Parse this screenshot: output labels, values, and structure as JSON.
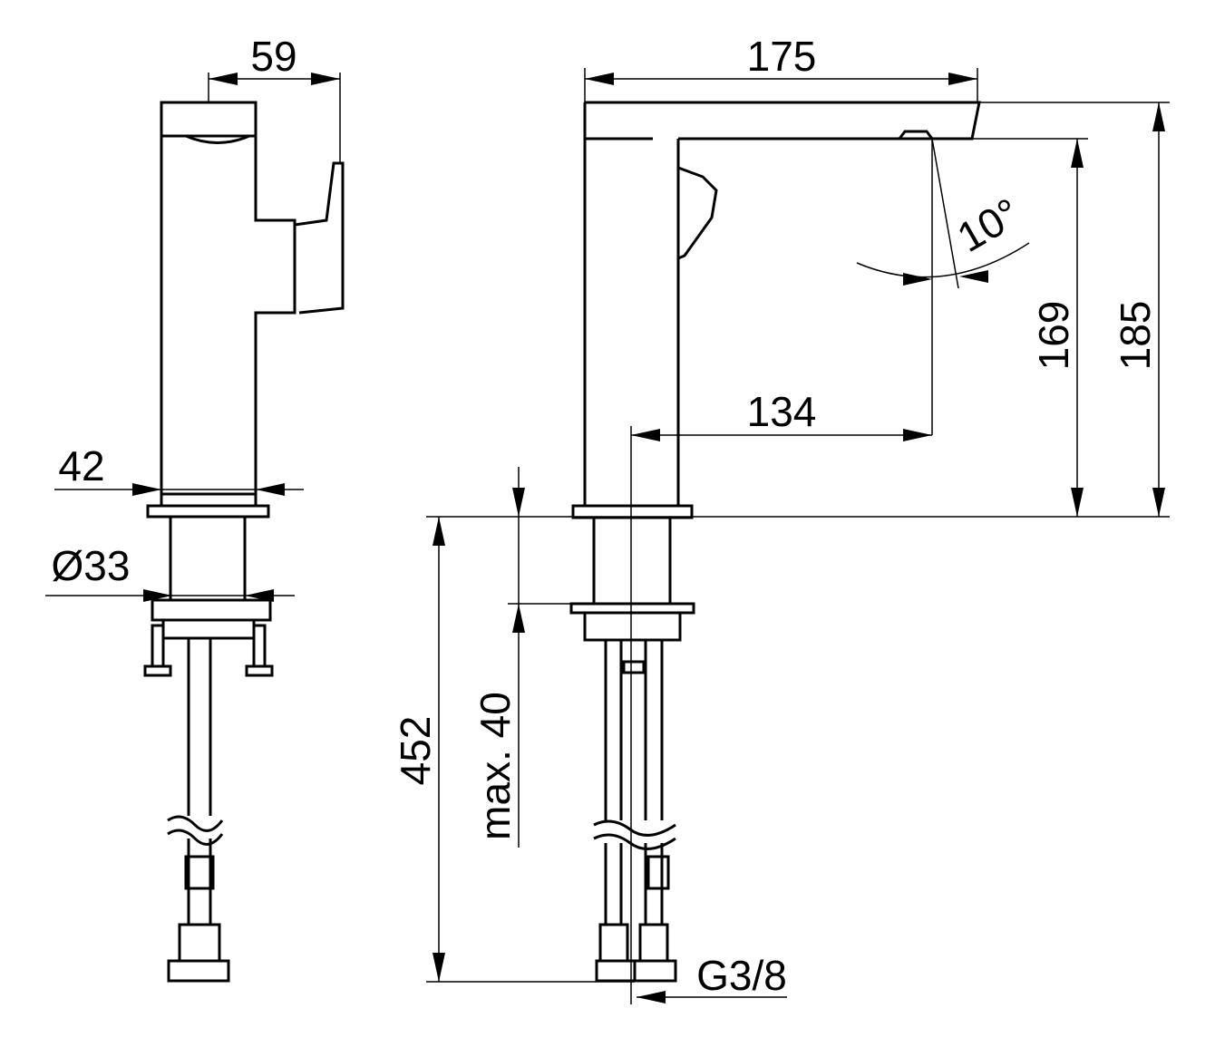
{
  "dimensions": {
    "depth_59": "59",
    "width_175": "175",
    "height_185": "185",
    "spout_height_169": "169",
    "reach_134": "134",
    "angle_10": "10°",
    "body_width_42": "42",
    "hole_diameter_33": "Ø33",
    "hose_length_452": "452",
    "max_counter_40": "max. 40",
    "thread_g38": "G3/8"
  }
}
